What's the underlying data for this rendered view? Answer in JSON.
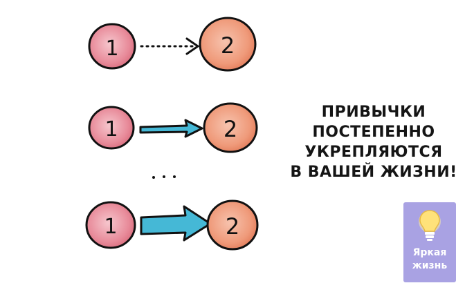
{
  "caption": {
    "line1": "ПРИВЫЧКИ",
    "line2": "ПОСТЕПЕННО",
    "line3": "УКРЕПЛЯЮТСЯ",
    "line4": "В ВАШЕЙ ЖИЗНИ!"
  },
  "badge": {
    "line1": "Яркая",
    "line2": "жизнь",
    "icon": "lightbulb-icon"
  },
  "colors": {
    "node_start": "#e88b9a",
    "node_end": "#ef9a7a",
    "arrow_fill": "#45b8d6",
    "outline": "#111111",
    "badge_bg": "#a9a2e3"
  },
  "rows": [
    {
      "from_label": "1",
      "to_label": "2",
      "connection": "dotted"
    },
    {
      "from_label": "1",
      "to_label": "2",
      "connection": "thin-arrow"
    },
    {
      "from_label": "1",
      "to_label": "2",
      "connection": "thick-arrow"
    }
  ]
}
